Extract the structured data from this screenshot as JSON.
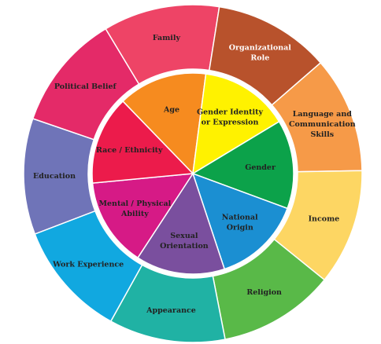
{
  "outer_ring": [
    {
      "lines": [
        "Education"
      ],
      "color": "#6f74b8",
      "text_color": "#222222"
    },
    {
      "lines": [
        "Political Belief"
      ],
      "color": "#e42a68",
      "text_color": "#222222"
    },
    {
      "lines": [
        "Family"
      ],
      "color": "#ee4466",
      "text_color": "#222222"
    },
    {
      "lines": [
        "Organizational",
        "Role"
      ],
      "color": "#b8522c",
      "text_color": "#ffffff"
    },
    {
      "lines": [
        "Language and",
        "Communication",
        "Skills"
      ],
      "color": "#f69a48",
      "text_color": "#222222"
    },
    {
      "lines": [
        "Income"
      ],
      "color": "#fdd663",
      "text_color": "#222222"
    },
    {
      "lines": [
        "Religion"
      ],
      "color": "#59b948",
      "text_color": "#222222"
    },
    {
      "lines": [
        "Appearance"
      ],
      "color": "#20b2a4",
      "text_color": "#222222"
    },
    {
      "lines": [
        "Work Experience"
      ],
      "color": "#11a8e0",
      "text_color": "#222222"
    }
  ],
  "inner_ring": [
    {
      "lines": [
        "Age"
      ],
      "color": "#f68b1f",
      "text_color": "#222222"
    },
    {
      "lines": [
        "Gender Identity",
        "or Expression"
      ],
      "color": "#fff200",
      "text_color": "#222222"
    },
    {
      "lines": [
        "Gender"
      ],
      "color": "#0ca24a",
      "text_color": "#222222"
    },
    {
      "lines": [
        "National",
        "Origin"
      ],
      "color": "#1b8fd2",
      "text_color": "#222222"
    },
    {
      "lines": [
        "Sexual",
        "Orientation"
      ],
      "color": "#7a4f9e",
      "text_color": "#222222"
    },
    {
      "lines": [
        "Mental / Physical",
        "Ability"
      ],
      "color": "#d61a86",
      "text_color": "#222222"
    },
    {
      "lines": [
        "Race / Ethnicity"
      ],
      "color": "#ec1b4b",
      "text_color": "#222222"
    }
  ]
}
